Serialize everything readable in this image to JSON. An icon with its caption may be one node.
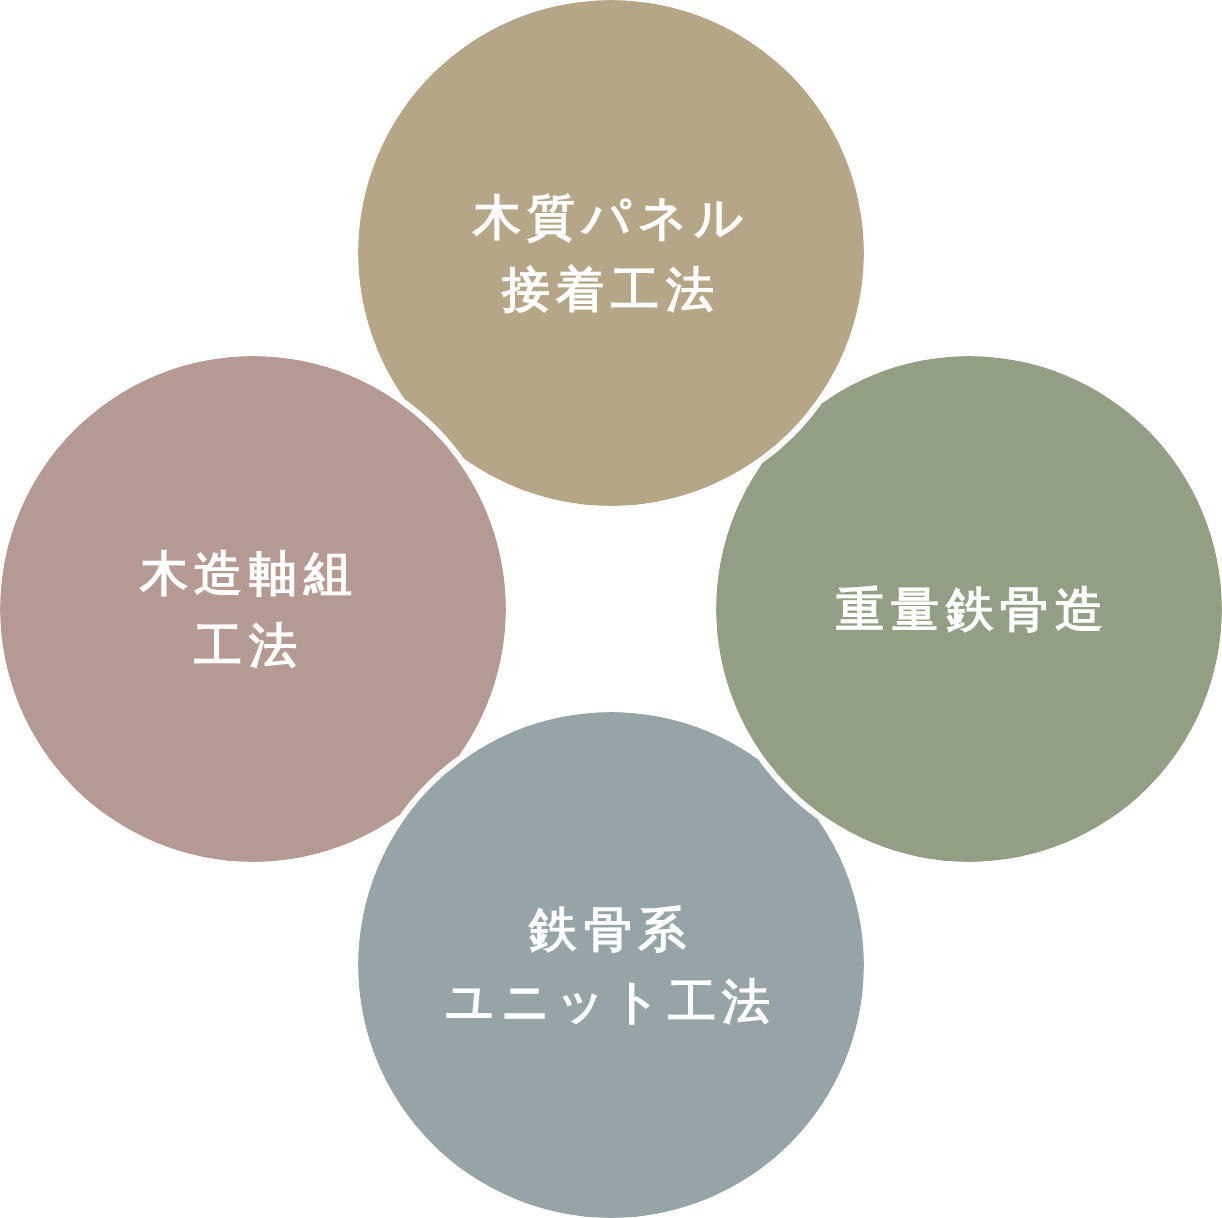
{
  "diagram": {
    "nodes": [
      {
        "text": [
          "木質パネル接着工法"
        ]
      },
      {
        "text": [
          "木造軸組工法"
        ]
      },
      {
        "text": [
          "重量鉄骨造"
        ]
      },
      {
        "text": [
          "鉄骨系ユニット工法"
        ]
      }
    ]
  }
}
